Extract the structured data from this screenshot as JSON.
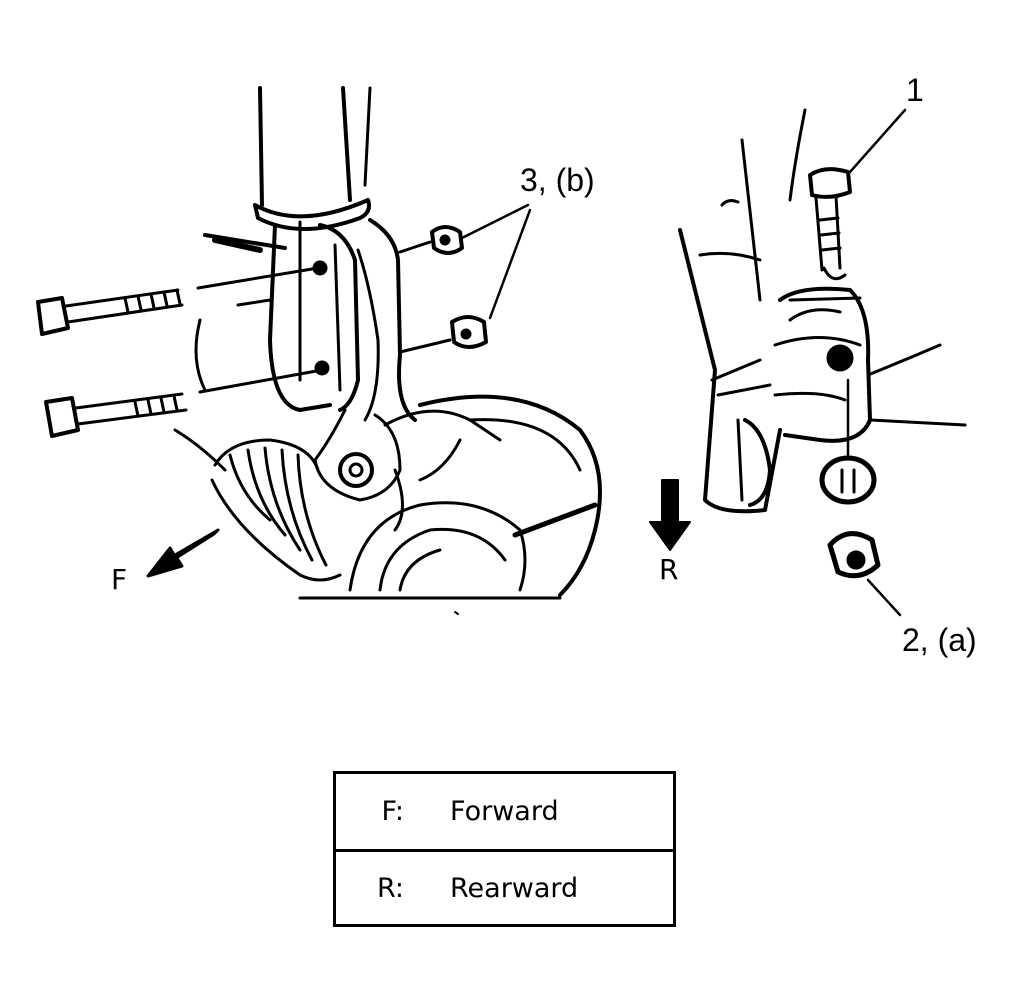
{
  "callouts": {
    "part1": "1",
    "part2": "2, (a)",
    "part3": "3, (b)",
    "forward_arrow": "F",
    "rearward_arrow": "R"
  },
  "legend": {
    "rows": [
      {
        "key": "F:",
        "desc": "Forward"
      },
      {
        "key": "R:",
        "desc": "Rearward"
      }
    ]
  },
  "colors": {
    "ink": "#000000",
    "paper": "#ffffff"
  }
}
